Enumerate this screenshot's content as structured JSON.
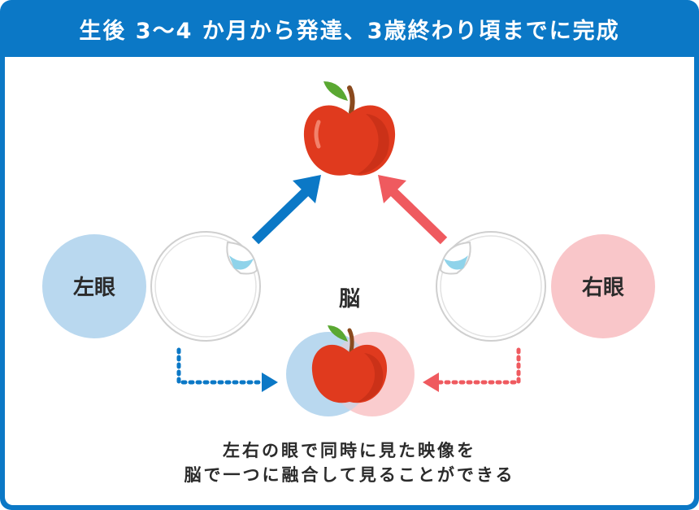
{
  "header": {
    "title": "生後 3〜4 か月から発達、3歳終わり頃までに完成"
  },
  "diagram": {
    "left_eye_label": "左眼",
    "right_eye_label": "右眼",
    "brain_label": "脳"
  },
  "caption": {
    "line1": "左右の眼で同時に見た映像を",
    "line2": "脳で一つに融合して見ることができる"
  },
  "colors": {
    "frame": "#0b78c6",
    "left": "#0b78c6",
    "left_light": "#b9d8ef",
    "right": "#ef5a5f",
    "right_light": "#f9c6c9",
    "apple": "#e03a1e",
    "leaf": "#5aa832"
  }
}
